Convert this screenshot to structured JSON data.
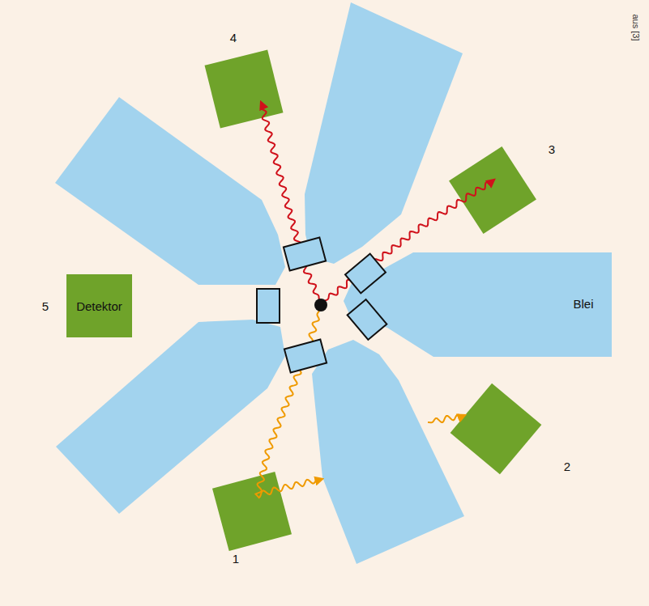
{
  "diagram": {
    "nodes": [
      {
        "text": [
          "Detektor"
        ]
      },
      {
        "text": [
          "Blei"
        ]
      }
    ],
    "labels": [
      "aus [3]",
      "4",
      "3",
      "5",
      "2",
      "1"
    ]
  }
}
